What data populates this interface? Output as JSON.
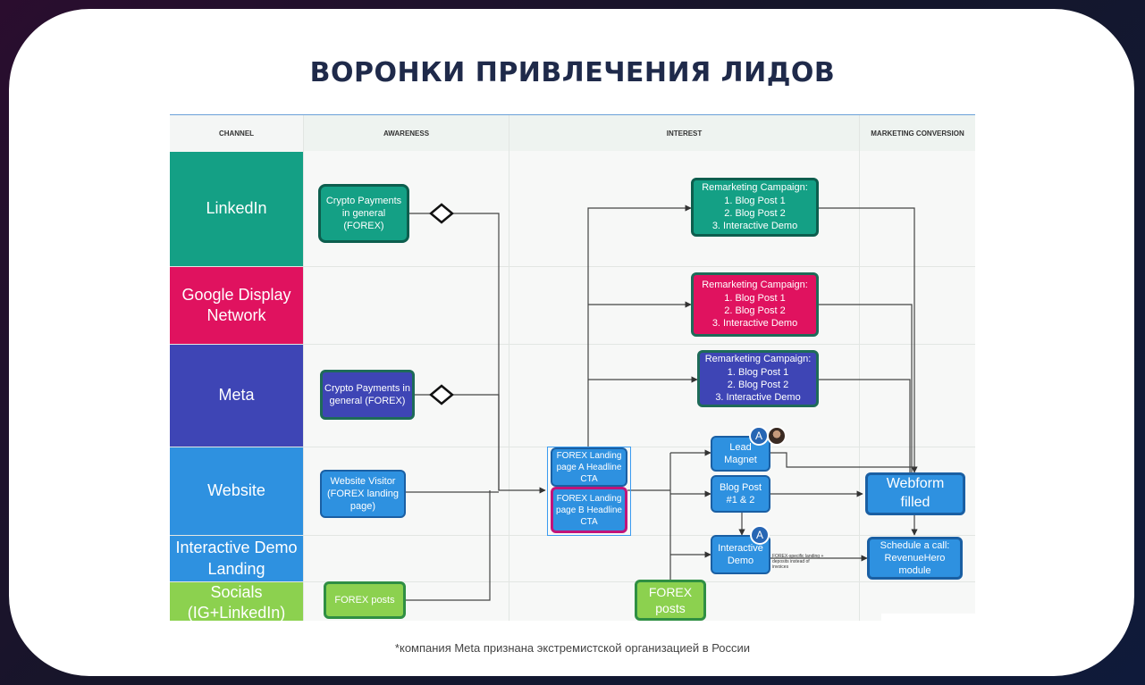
{
  "slide": {
    "title": "ВОРОНКИ ПРИВЛЕЧЕНИЯ ЛИДОВ",
    "footnote": "*компания Meta признана экстремистской организацией в России"
  },
  "columns": {
    "channel": "CHANNEL",
    "awareness": "AWARENESS",
    "interest": "INTEREST",
    "conversion": "MARKETING CONVERSION"
  },
  "channels": {
    "linkedin": "LinkedIn",
    "google": "Google Display\nNetwork",
    "meta": "Meta",
    "website": "Website",
    "demo": "Interactive Demo\nLanding",
    "socials": "Socials\n(IG+LinkedIn)"
  },
  "nodes": {
    "crypto_linkedin": "Crypto Payments\nin general (FOREX)",
    "crypto_meta": "Crypto Payments in\ngeneral (FOREX)",
    "website_visitor": "Website Visitor\n(FOREX landing\npage)",
    "forex_posts_small": "FOREX posts",
    "forex_posts_big": "FOREX\nposts",
    "remarketing_1": "Remarketing Campaign:\n1. Blog Post 1\n2. Blog Post 2\n3. Interactive Demo",
    "remarketing_2": "Remarketing Campaign:\n1. Blog Post 1\n2. Blog Post 2\n3. Interactive Demo",
    "remarketing_3": "Remarketing Campaign:\n1. Blog Post 1\n2. Blog Post 2\n3. Interactive Demo",
    "landing_a": "FOREX Landing\npage A Headline\nCTA",
    "landing_b": "FOREX Landing\npage B Headline\nCTA",
    "lead_magnet": "Lead\nMagnet",
    "blog_post": "Blog Post\n#1 & 2",
    "interactive_demo": "Interactive\nDemo",
    "webform": "Webform\nfilled",
    "schedule_call": "Schedule a call:\nRevenueHero\nmodule",
    "annotation": "FOREX-specific landing +\ndeposits instead of\ninvoices"
  },
  "avatars": {
    "a1": "A",
    "a2": "A"
  },
  "colors": {
    "linkedin": "#14a085",
    "google": "#e0125f",
    "meta": "#3e45b5",
    "website": "#2e91e0",
    "demo": "#2e91e0",
    "socials": "#8cd14f"
  }
}
